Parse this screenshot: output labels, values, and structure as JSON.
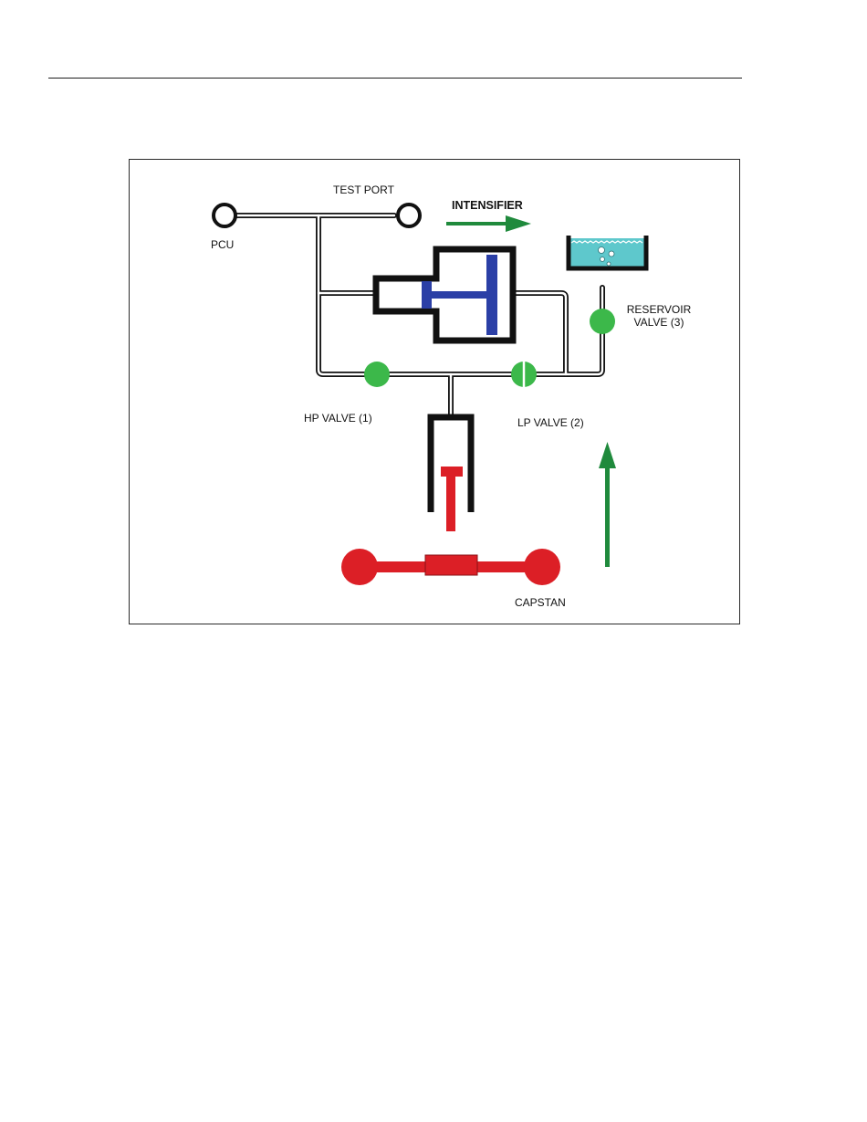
{
  "figure": {
    "labels": {
      "pcu": "PCU",
      "test_port": "TEST PORT",
      "intensifier": "INTENSIFIER",
      "reservoir_valve_line1": "RESERVOIR",
      "reservoir_valve_line2": "VALVE (3)",
      "hp_valve": "HP VALVE (1)",
      "lp_valve": "LP VALVE (2)",
      "capstan": "CAPSTAN"
    },
    "colors": {
      "pipe_outline": "#111111",
      "valve_green": "#3cb84a",
      "flow_arrow_green": "#1f8a3c",
      "intensifier_piston_blue": "#2b3fa6",
      "capstan_red": "#dc1f26",
      "reservoir_fluid": "#5ec8cc"
    },
    "icons": [
      "pcu-port-icon",
      "test-port-icon",
      "reservoir-icon",
      "hp-valve-icon",
      "lp-valve-icon",
      "reservoir-valve-icon",
      "intensifier-icon",
      "capstan-cylinder-icon",
      "capstan-icon",
      "flow-arrow-icon"
    ]
  }
}
